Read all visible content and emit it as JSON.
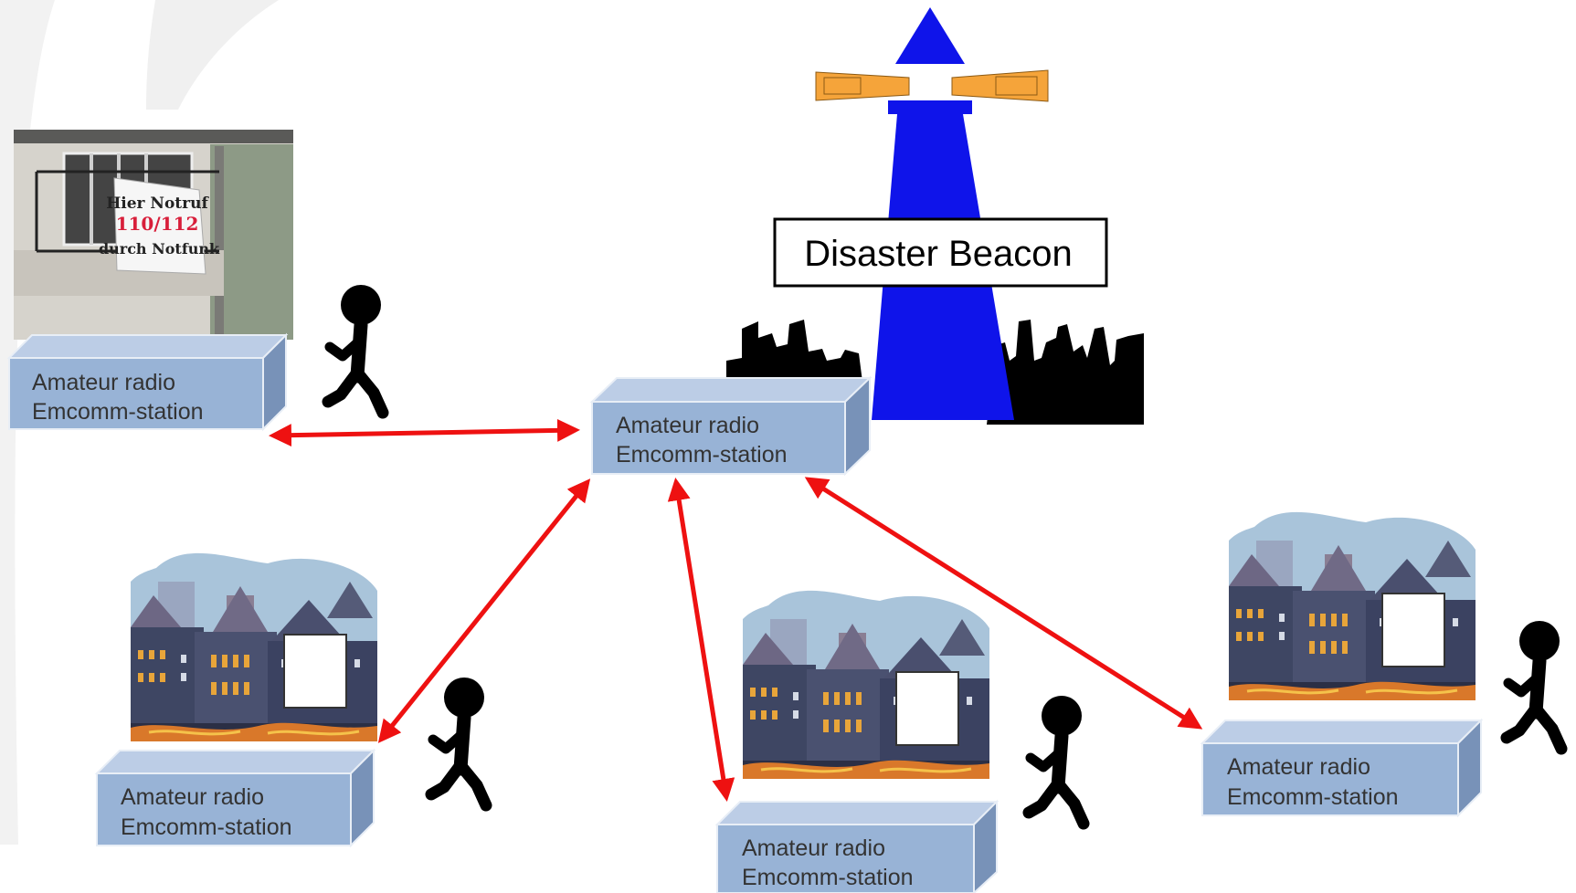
{
  "beacon": {
    "label": "Disaster Beacon"
  },
  "stations": {
    "top_left": {
      "line1": "Amateur radio",
      "line2": "Emcomm-station"
    },
    "center": {
      "line1": "Amateur radio",
      "line2": "Emcomm-station"
    },
    "bottom_left": {
      "line1": "Amateur radio",
      "line2": "Emcomm-station"
    },
    "bottom_center": {
      "line1": "Amateur radio",
      "line2": "Emcomm-station"
    },
    "right": {
      "line1": "Amateur radio",
      "line2": "Emcomm-station"
    }
  },
  "banner": {
    "line1": "Hier Notruf",
    "line2": "110/112",
    "line3": "durch Notfunk"
  },
  "colors": {
    "arrow": "#ee1111",
    "station_front": "#98b3d6",
    "station_top": "#bccde6",
    "station_side": "#7892b8",
    "beacon": "#0f14ea",
    "beacon_lamp": "#f5a43a"
  }
}
